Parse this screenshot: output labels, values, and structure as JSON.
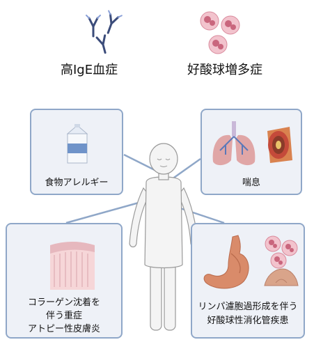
{
  "top": {
    "left_title": "高IgE血症",
    "right_title": "好酸球増多症"
  },
  "cards": {
    "food_allergy": {
      "label": "食物アレルギー"
    },
    "asthma": {
      "label": "喘息"
    },
    "skin": {
      "lines": [
        "コラーゲン沈着を",
        "伴う重症",
        "アトピー性皮膚炎"
      ]
    },
    "gi": {
      "lines": [
        "リンパ濾胞過形成を伴う",
        "好酸球性消化管疾患"
      ]
    }
  },
  "colors": {
    "card_fill": "#eef1f7",
    "card_border": "#8fa7c8",
    "antibody_blue": "#3b4c7a",
    "eosinophil_pink": "#e59aab",
    "connector": "#8fa7c8"
  },
  "icons": [
    "antibody-icon",
    "eosinophil-icon",
    "milk-carton-icon",
    "lungs-icon",
    "airway-icon",
    "skin-section-icon",
    "stomach-icon",
    "child-figure"
  ]
}
